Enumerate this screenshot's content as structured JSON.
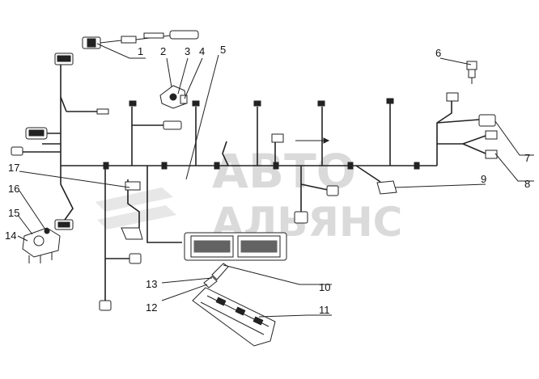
{
  "watermark": {
    "line1": "АВТО",
    "line2": "АЛЬЯНС"
  },
  "callouts": [
    {
      "id": "1",
      "label": "1"
    },
    {
      "id": "2",
      "label": "2"
    },
    {
      "id": "3",
      "label": "3"
    },
    {
      "id": "4",
      "label": "4"
    },
    {
      "id": "5",
      "label": "5"
    },
    {
      "id": "6",
      "label": "6"
    },
    {
      "id": "7",
      "label": "7"
    },
    {
      "id": "8",
      "label": "8"
    },
    {
      "id": "9",
      "label": "9"
    },
    {
      "id": "10",
      "label": "10"
    },
    {
      "id": "11",
      "label": "11"
    },
    {
      "id": "12",
      "label": "12"
    },
    {
      "id": "13",
      "label": "13"
    },
    {
      "id": "14",
      "label": "14"
    },
    {
      "id": "15",
      "label": "15"
    },
    {
      "id": "16",
      "label": "16"
    },
    {
      "id": "17",
      "label": "17"
    }
  ],
  "colors": {
    "line": "#222222",
    "background": "#ffffff",
    "watermark": "#bdbdbd"
  }
}
